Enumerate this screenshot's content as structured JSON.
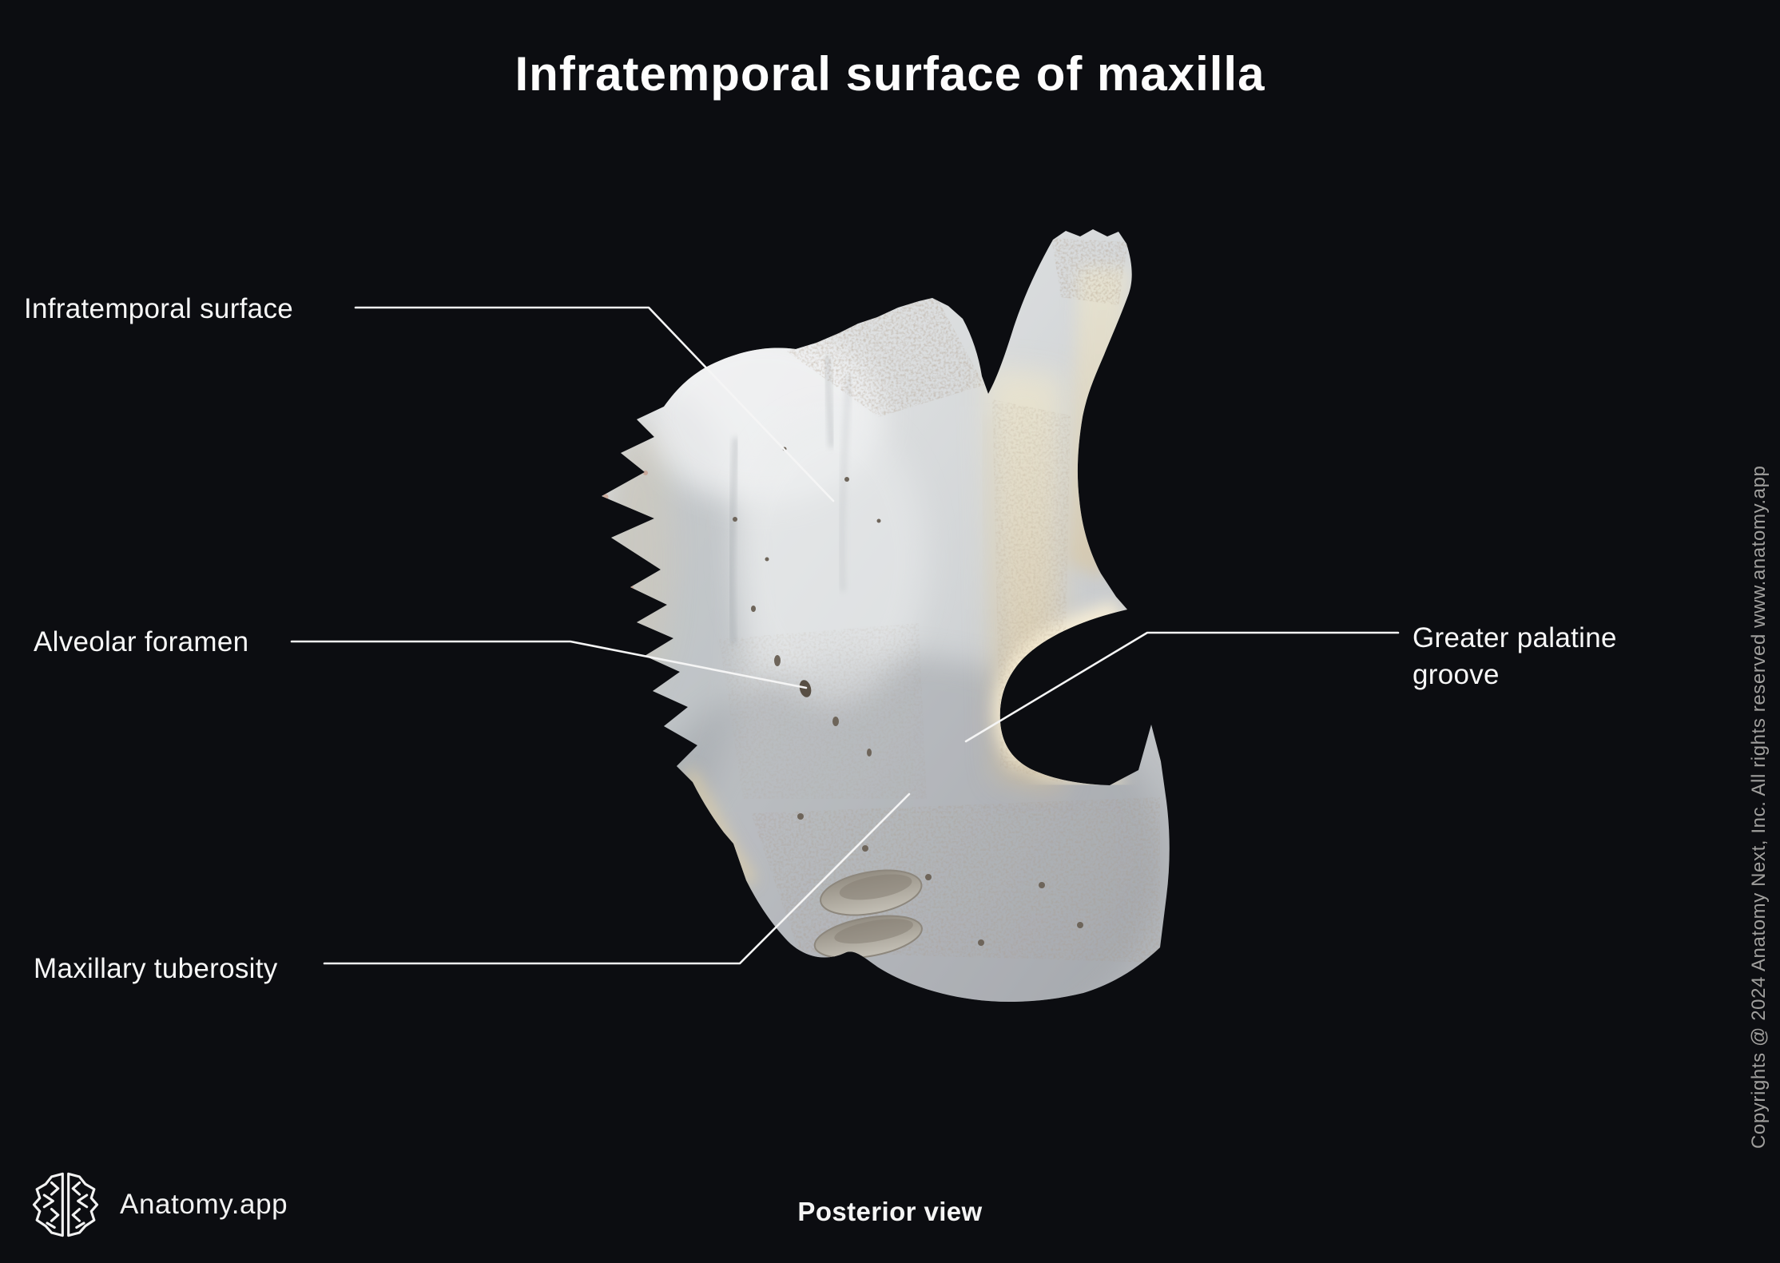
{
  "title": "Infratemporal surface of maxilla",
  "annotations": [
    {
      "id": "infratemporal-surface",
      "text": "Infratemporal surface",
      "side": "left"
    },
    {
      "id": "alveolar-foramen",
      "text": "Alveolar foramen",
      "side": "left"
    },
    {
      "id": "maxillary-tuberosity",
      "text": "Maxillary tuberosity",
      "side": "left"
    },
    {
      "id": "greater-palatine-groove",
      "text": "Greater palatine groove",
      "side": "right"
    }
  ],
  "footer": {
    "brand_name": "Anatomy.app",
    "brand_icon": "brain-icon",
    "view_caption": "Posterior view"
  },
  "watermark_text": "Copyrights @ 2024 Anatomy Next, Inc. All rights reserved www.anatomy.app",
  "colors": {
    "background": "#0c0d11",
    "title_text": "#fdfdfd",
    "label_text": "#f7f7f7",
    "leader_line": "#f5f5f5",
    "watermark_text": "#a09f9d",
    "bone_light": "#eceded",
    "bone_shadow": "#b4b7ba",
    "bone_warm_highlight": "#f3e7c7"
  }
}
